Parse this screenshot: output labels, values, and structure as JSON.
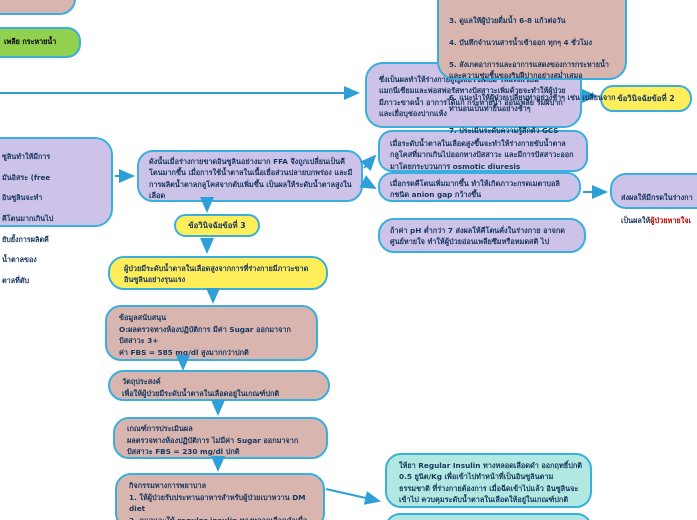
{
  "colors": {
    "pink": "#d9b5b0",
    "lavender": "#cdc3e9",
    "yellow": "#ffee5a",
    "green": "#92d050",
    "cyan_box": "#b2e8e2",
    "border": "#3aaedd",
    "arrow": "#2f9fd8",
    "text_navy": "#17375e",
    "text_red": "#c00000"
  },
  "nodes": {
    "green_symptom": {
      "text": "เพลีย กระหายน้ำ"
    },
    "nursing_actions": {
      "items": [
        "3. ดูแลให้ผู้ป่วยดื่มน้ำ 6-8 แก้วต่อวัน",
        "4. บันทึกจำนวนสารน้ำเข้าออก ทุกๆ 4 ชั่วโมง",
        "5. สังเกตอาการและอาการแสดงของการกระหายน้ำและความชุ่มชื้นของริมฝีปากอย่างสม่ำเสมอ",
        "6. แนะนำให้ผู้ป่วยเปลี่ยนท่าอย่างช้าๆ เช่น เปลี่ยนจากท่านอนเป็นท่ายืนอย่างช้าๆ",
        "7. ประเมินระดับความรู้สึกตัว GCS"
      ]
    },
    "electrolyte_loss": {
      "text": "ซึ่งเป็นผลทำให้ร่างกายสูญเสียโซเดียม โพแทสเซียม แมกนีเซียมและฟอสฟอรัสทางปัสสาวะเพิ่มด้วยจะทำให้ผู้ป่วยมีภาวะขาดน้ำ อาการได้แก่ กระหายน้ำ อ่อนเพลีย ริมฝีปากและเยื่อบุช่องปากแห้ง"
    },
    "diagnosis_2": {
      "label": "ข้อวินิจฉัยข้อที่ 2"
    },
    "osmotic_diuresis": {
      "text": "เมื่อระดับน้ำตาลในเลือดสูงขึ้นจะทำให้ร่างกายขับน้ำตาลกลูโคสที่มากเกินไปออกทางปัสสาวะ และมีการปัสสาวะออกมาโดยกระบวนการ osmotic diuresis"
    },
    "anion_gap": {
      "text": "เมื่อกรดคีโตนเพิ่มมากขึ้น ทำให้เกิดภาวะกรดเมตาบอลิกชนิด anion gap กว้างขึ้น"
    },
    "acidosis_result": {
      "line1": "ส่งผลให้มีกรดในร่างกา",
      "line2_prefix": "เป็นผลให้",
      "line2_highlight": "ผู้ป่วยหายใจเ"
    },
    "ph_below_7": {
      "text": "ถ้าค่า pH ต่ำกว่า 7 ส่งผลให้คีโตนคั่งในร่างกาย อาจกดศูนย์หายใจ ทำให้ผู้ป่วยอ่อนเพลียซึมหรือหมดสติ ไป"
    },
    "insulin_lack_fragment": {
      "lines": [
        "ซูลินทำให้มีการ",
        "มันอิสระ (free",
        "อินซูลินจะทำ",
        "คีโตนมากเกินไป",
        "ยับยั้งการผลิตคี",
        "น้ำตาลของ",
        "ตาลที่ตับ"
      ]
    },
    "dka_mechanism": {
      "text": "ดังนั้นเมื่อร่างกายขาดอินซูลินอย่างมาก FFA จึงถูกเปลี่ยนเป็นคีโตนมากขึ้น เมื่อการใช้น้ำตาลในเนื้อเยื่อส่วนปลายบกพร่อง และมีการผลิตน้ำตาลกลูโคสจากตับเพิ่มขึ้น เป็นผลให้ระดับน้ำตาลสูงในเลือด"
    },
    "diagnosis_3": {
      "label": "ข้อวินิจฉัยข้อที่ 3"
    },
    "problem_statement": {
      "text": "ผู้ป่วยมีระดับน้ำตาลในเลือดสูงจากการที่ร่างกายมีภาวะขาดอินซูลินอย่างรุนแรง"
    },
    "supporting_data": {
      "text": "ข้อมูลสนับสนุน\nO:ผลตรวจทางห้องปฏิบัติการ มีค่า Sugar ออกมาจาก\nปัสสาวะ 3+\nค่า FBS = 585 mg/dl สูงมากกว่าปกติ"
    },
    "objective": {
      "text": "วัตถุประสงค์\nเพื่อให้ผู้ป่วยมีระดับน้ำตาลในเลือดอยู่ในเกณฑ์ปกติ"
    },
    "evaluation_criteria": {
      "text": "เกณฑ์การประเมินผล\nผลตรวจทางห้องปฏิบัติการ ไม่มีค่า Sugar ออกมาจาก\nปัสสาวะ  FBS = 230 mg/dl ปกติ"
    },
    "nursing_interventions": {
      "text": "กิจกรรมทางการพยาบาล\n1. ให้ผู้ป่วยรับประทานอาหารสำหรับผู้ป่วยเบาหวาน DM\ndiet\n2. ดูแลและให้ regular insulin ทางหลอดเลือดดำเมื่อ"
    },
    "regular_insulin_info": {
      "text": "ให้ยา Regular Insulin ทางหลอดเลือดดำ ออกฤทธิ์ปกติ 0.5 ยูนิต/Kg เพื่อเข้าไปทำหน้าที่เป็นอินซูลินตามธรรมชาติ ที่ร่างกายต้องการ เมื่อฉีดเข้าไปแล้ว อินซูลินจะเข้าไป ควบคุมระดับน้ำตาลในเลือดให้อยู่ในเกณฑ์ปกติ"
    }
  }
}
